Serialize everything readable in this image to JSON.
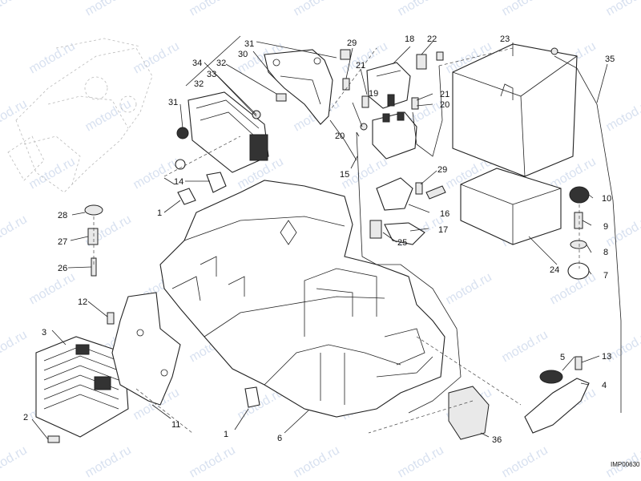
{
  "watermark": "motod.ru",
  "drawing_code": "IMP00630",
  "callouts": [
    {
      "id": "c1a",
      "label": "1"
    },
    {
      "id": "c1b",
      "label": "1"
    },
    {
      "id": "c2",
      "label": "2"
    },
    {
      "id": "c3",
      "label": "3"
    },
    {
      "id": "c4",
      "label": "4"
    },
    {
      "id": "c5",
      "label": "5"
    },
    {
      "id": "c6",
      "label": "6"
    },
    {
      "id": "c7",
      "label": "7"
    },
    {
      "id": "c8",
      "label": "8"
    },
    {
      "id": "c9",
      "label": "9"
    },
    {
      "id": "c10",
      "label": "10"
    },
    {
      "id": "c11",
      "label": "11"
    },
    {
      "id": "c12",
      "label": "12"
    },
    {
      "id": "c13",
      "label": "13"
    },
    {
      "id": "c14",
      "label": "14"
    },
    {
      "id": "c15",
      "label": "15"
    },
    {
      "id": "c16",
      "label": "16"
    },
    {
      "id": "c17",
      "label": "17"
    },
    {
      "id": "c18",
      "label": "18"
    },
    {
      "id": "c19",
      "label": "19"
    },
    {
      "id": "c20a",
      "label": "20"
    },
    {
      "id": "c20b",
      "label": "20"
    },
    {
      "id": "c21a",
      "label": "21"
    },
    {
      "id": "c21b",
      "label": "21"
    },
    {
      "id": "c22",
      "label": "22"
    },
    {
      "id": "c23",
      "label": "23"
    },
    {
      "id": "c24",
      "label": "24"
    },
    {
      "id": "c25",
      "label": "25"
    },
    {
      "id": "c26",
      "label": "26"
    },
    {
      "id": "c27",
      "label": "27"
    },
    {
      "id": "c28",
      "label": "28"
    },
    {
      "id": "c29a",
      "label": "29"
    },
    {
      "id": "c29b",
      "label": "29"
    },
    {
      "id": "c30",
      "label": "30"
    },
    {
      "id": "c31a",
      "label": "31"
    },
    {
      "id": "c31b",
      "label": "31"
    },
    {
      "id": "c32a",
      "label": "32"
    },
    {
      "id": "c32b",
      "label": "32"
    },
    {
      "id": "c33",
      "label": "33"
    },
    {
      "id": "c34",
      "label": "34"
    },
    {
      "id": "c35",
      "label": "35"
    },
    {
      "id": "c36",
      "label": "36"
    }
  ]
}
